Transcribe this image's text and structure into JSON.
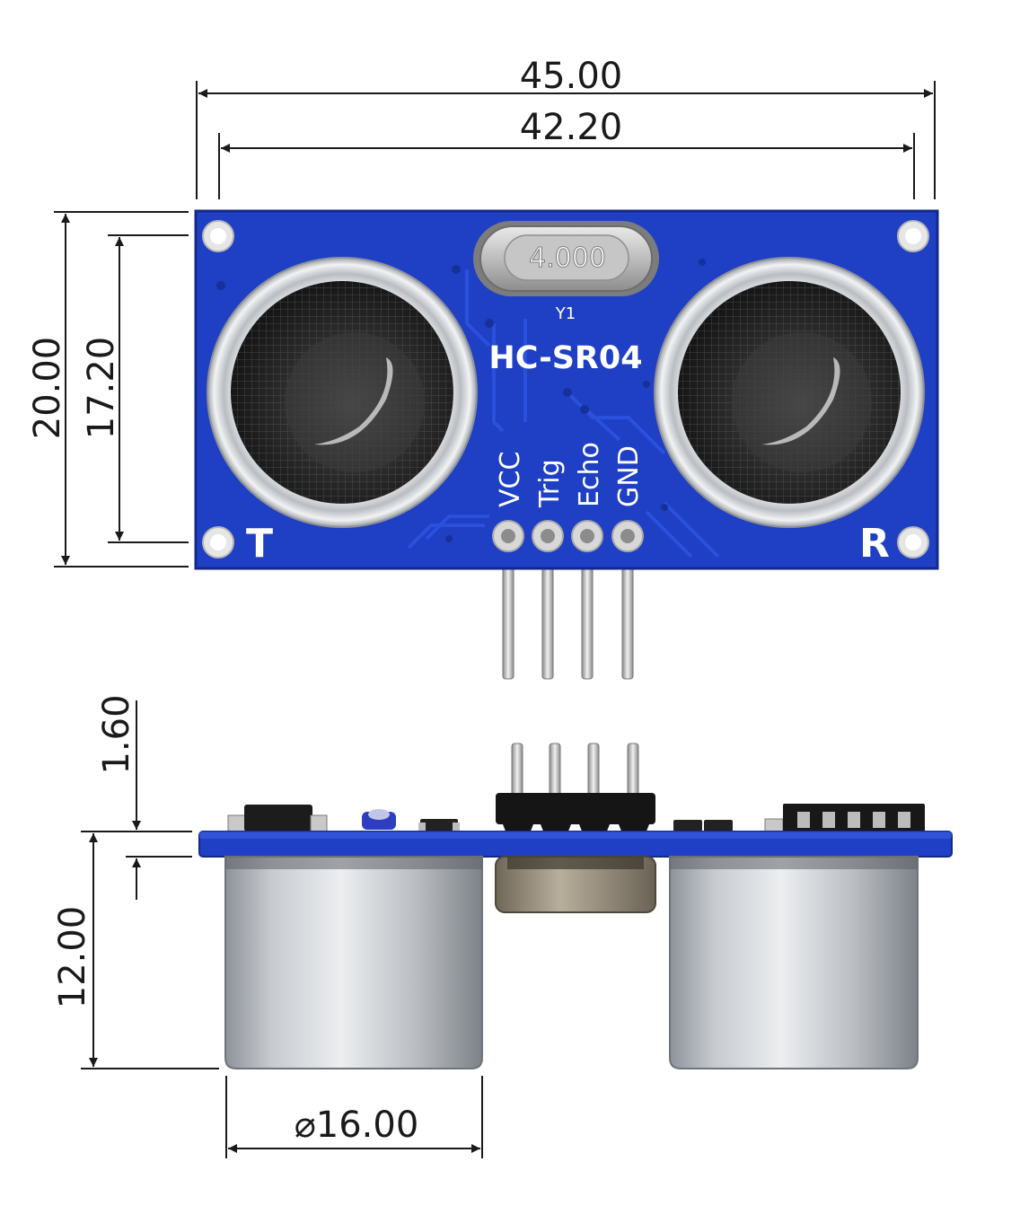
{
  "dimensions": {
    "total_width": "45.00",
    "hole_spacing_width": "42.20",
    "total_height": "20.00",
    "hole_spacing_height": "17.20",
    "pcb_thickness": "1.60",
    "transducer_height": "12.00",
    "transducer_diameter": "⌀16.00"
  },
  "board": {
    "model": "HC-SR04",
    "crystal_value": "4.000",
    "crystal_ref": "Y1",
    "transmitter_label": "T",
    "receiver_label": "R",
    "pins": [
      "VCC",
      "Trig",
      "Echo",
      "GND"
    ]
  },
  "colors": {
    "pcb_blue": "#1f3fc4",
    "pcb_edge": "#14288a",
    "silver": "#c9cdd2",
    "dimension_line": "#1a1a1a"
  }
}
